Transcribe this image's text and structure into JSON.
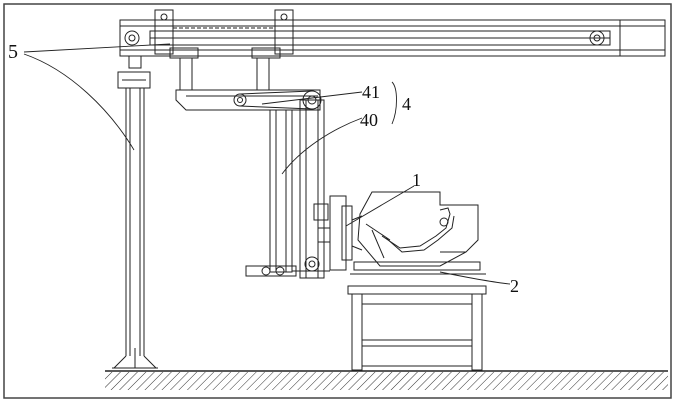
{
  "labels": {
    "label_5": "5",
    "label_41": "41",
    "label_4": "4",
    "label_40": "40",
    "label_1": "1",
    "label_2": "2"
  },
  "colors": {
    "line": "#222222",
    "border": "#444444",
    "background": "#ffffff"
  }
}
